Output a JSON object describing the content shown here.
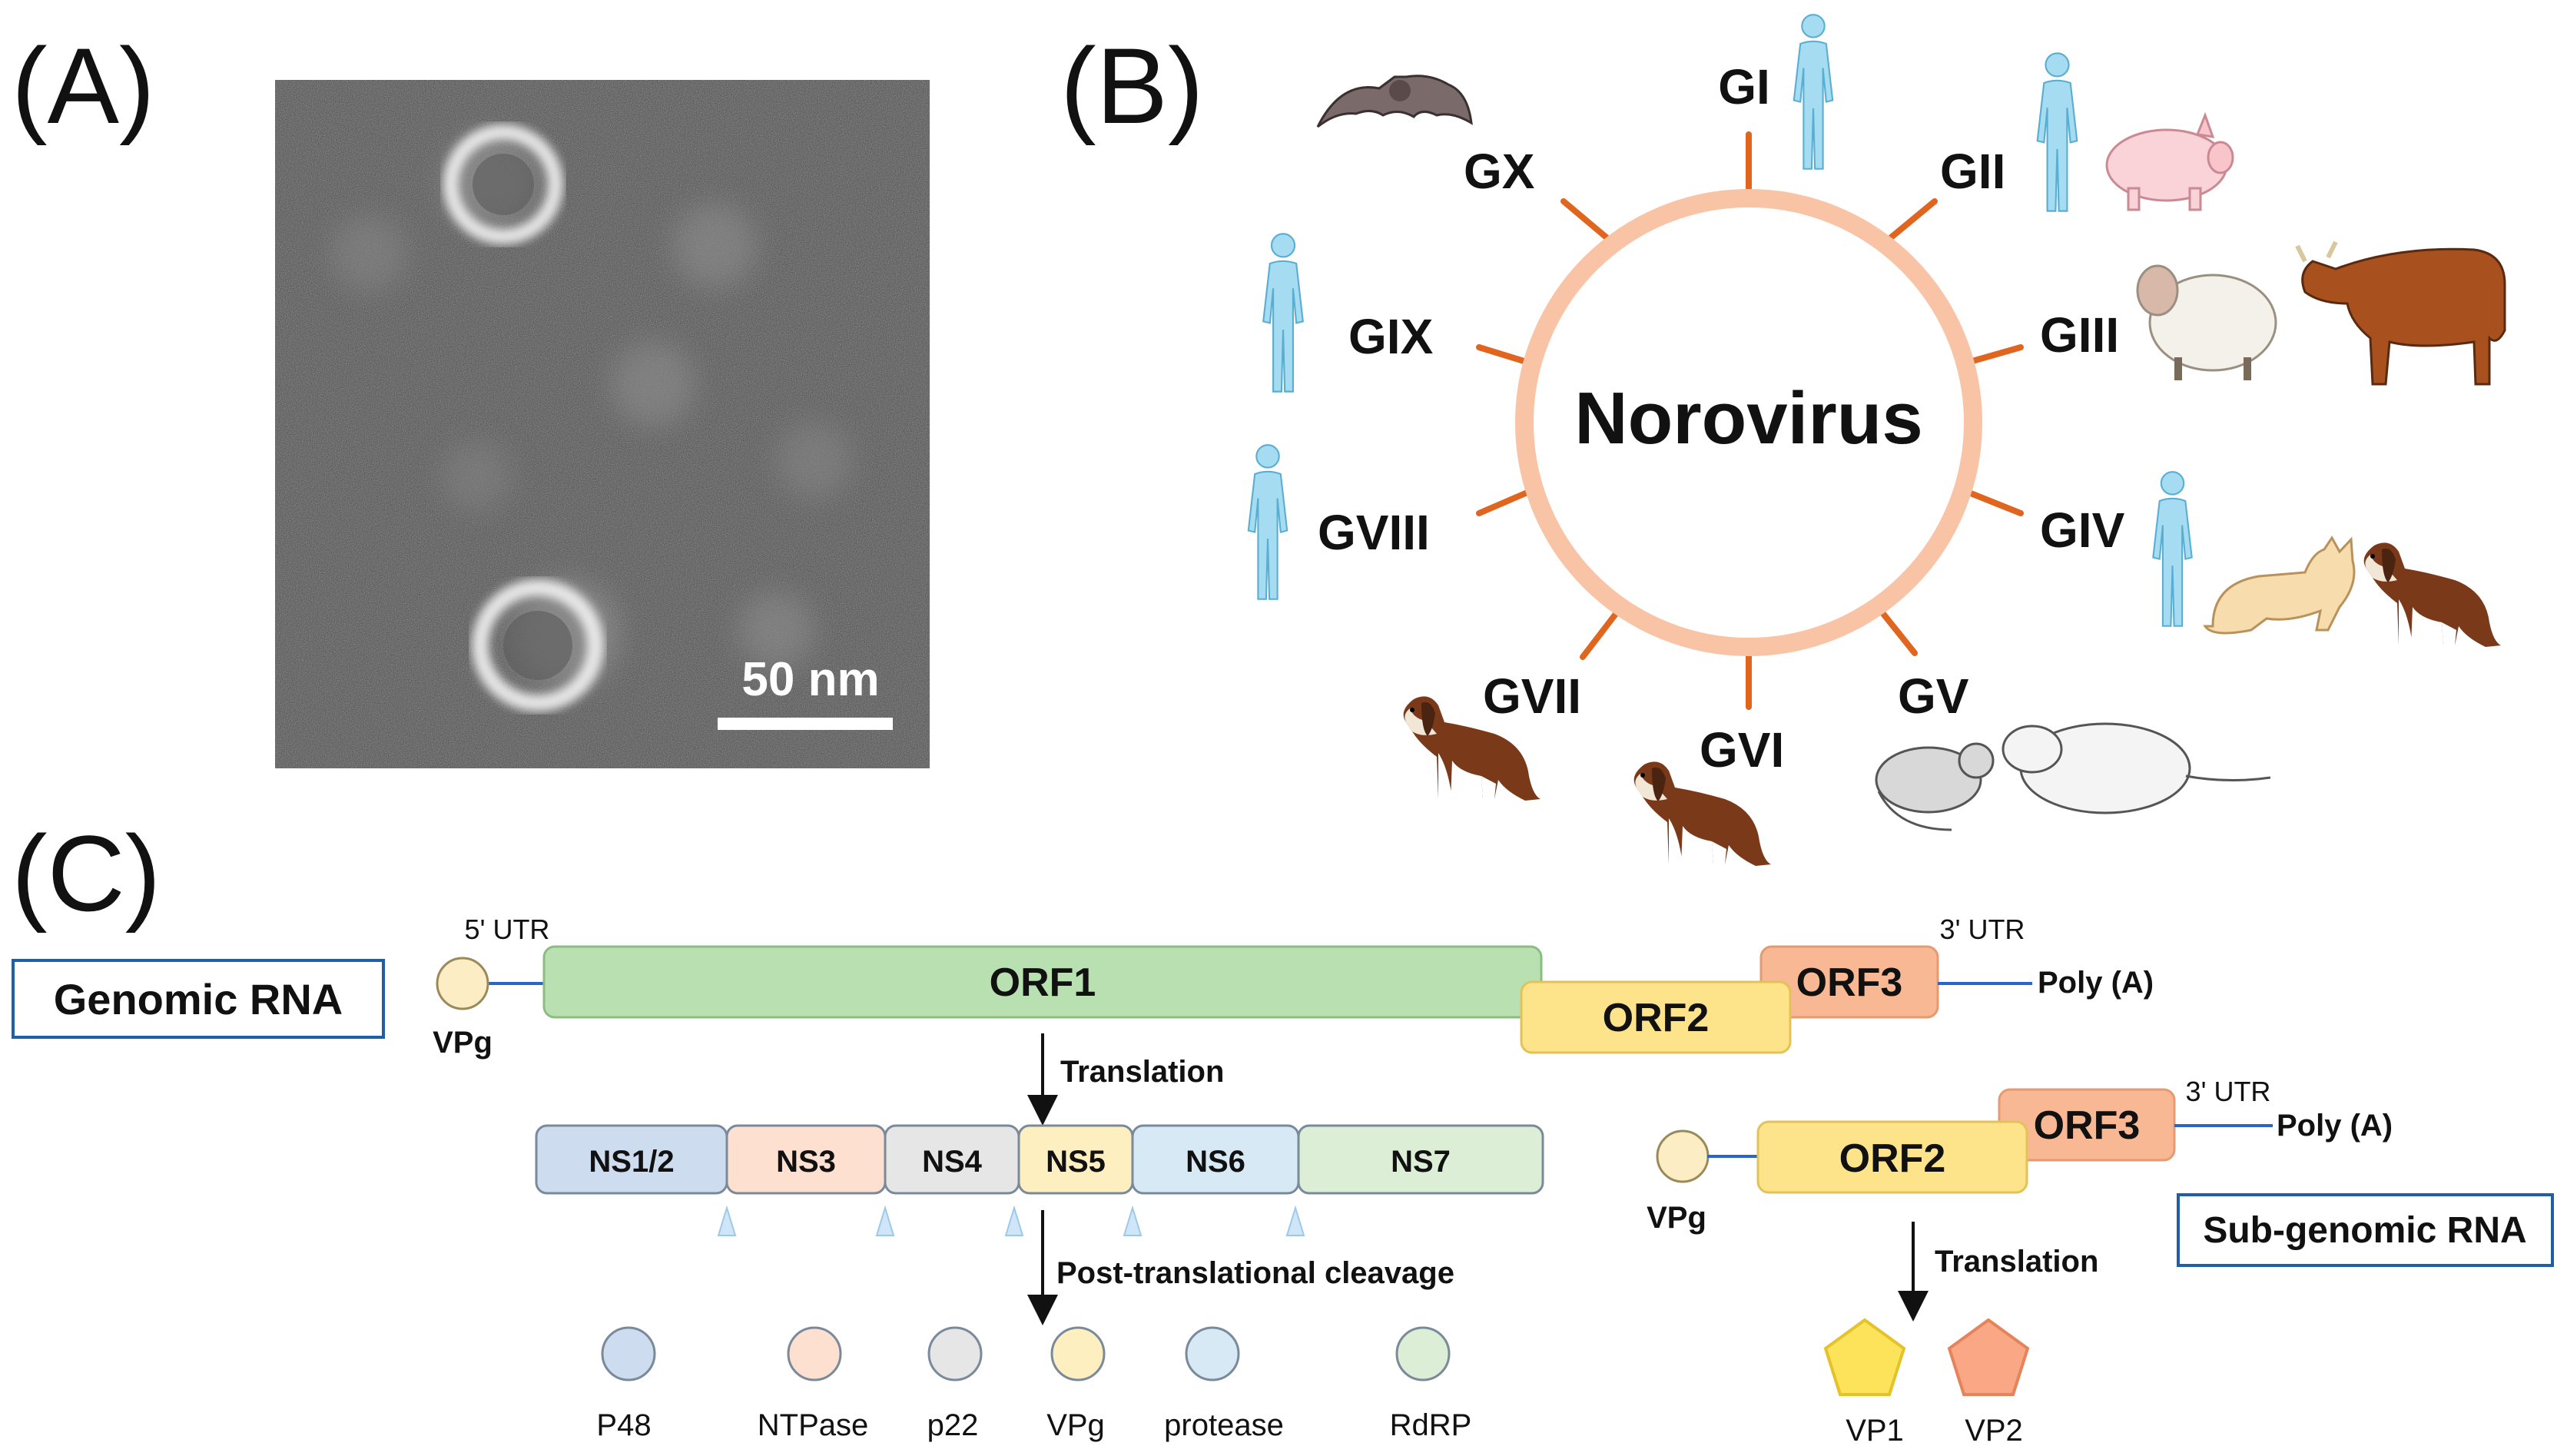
{
  "panel_a": {
    "label": "(A)",
    "scale_bar": "50 nm"
  },
  "panel_b": {
    "label": "(B)",
    "center": "Norovirus",
    "genogroups": {
      "gi": "GI",
      "gii": "GII",
      "giii": "GIII",
      "giv": "GIV",
      "gv": "GV",
      "gvi": "GVI",
      "gvii": "GVII",
      "gviii": "GVIII",
      "gix": "GIX",
      "gx": "GX"
    },
    "colors": {
      "ring": "#f9c4a6",
      "spoke": "#e0651e",
      "human": "#a6dcf2"
    }
  },
  "panel_c": {
    "label": "(C)",
    "genomic": {
      "box_label": "Genomic RNA",
      "utr5": "5' UTR",
      "utr3": "3' UTR",
      "vpg": "VPg",
      "orf1": "ORF1",
      "orf2": "ORF2",
      "orf3": "ORF3",
      "polya": "Poly (A)",
      "translation": "Translation",
      "cleavage": "Post-translational cleavage",
      "ns": [
        "NS1/2",
        "NS3",
        "NS4",
        "NS5",
        "NS6",
        "NS7"
      ],
      "products": [
        "P48",
        "NTPase",
        "p22",
        "VPg",
        "protease",
        "RdRP"
      ]
    },
    "subgenomic": {
      "box_label": "Sub-genomic RNA",
      "utr3": "3' UTR",
      "vpg": "VPg",
      "orf2": "ORF2",
      "orf3": "ORF3",
      "polya": "Poly (A)",
      "translation": "Translation",
      "products": [
        "VP1",
        "VP2"
      ]
    },
    "colors": {
      "orf1": "#b8e0b0",
      "orf2": "#fde38a",
      "orf3": "#f8b894",
      "ns12": "#cddcee",
      "ns3": "#fde0d0",
      "ns4": "#e6e6e6",
      "ns5": "#fdefc0",
      "ns6": "#d8e9f6",
      "ns7": "#dcefd6",
      "box_border": "#1f5fa6",
      "line": "#2a66c8"
    }
  }
}
